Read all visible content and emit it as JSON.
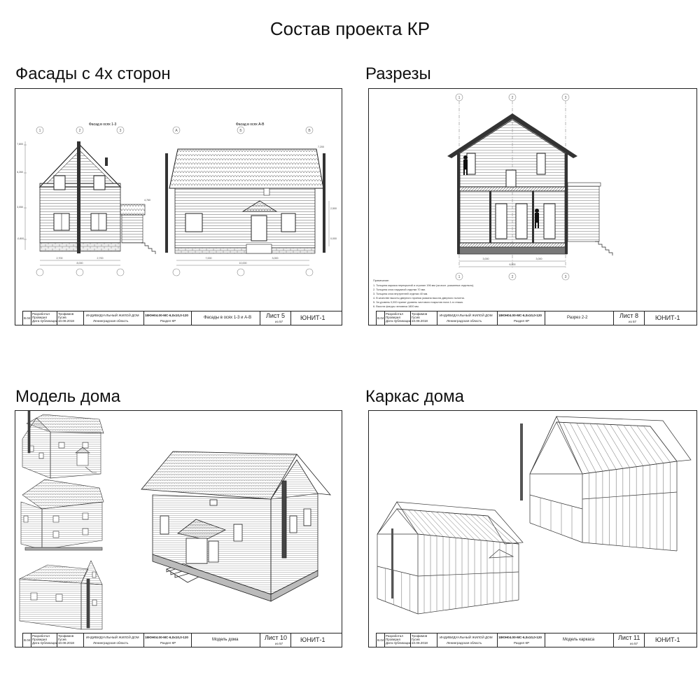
{
  "page": {
    "title": "Состав проекта КР"
  },
  "sections": [
    {
      "heading": "Фасады с 4х сторон",
      "sheet": {
        "subtitles": [
          "Фасад в осях 1-3",
          "Фасад в осях А-В"
        ],
        "axis_top": [
          "1",
          "2",
          "3",
          "А",
          "Б",
          "В"
        ],
        "dims_left": [
          "7,800",
          "6,260",
          "3,050",
          "-0,800",
          "7,200",
          "4,760"
        ],
        "dims_bottom_left": [
          "2,700",
          "2,700",
          "8,000"
        ],
        "dims_bottom_right": [
          "7,000",
          "3,000",
          "10,000"
        ],
        "elev_right": [
          "2,500",
          "0,000"
        ],
        "stamp": {
          "col0": "В.04",
          "roles": [
            "Разработал",
            "Проверил",
            "Дата публикации"
          ],
          "names": [
            "Трофимов",
            "Гусев",
            "10.08.2018"
          ],
          "project": "ИНДИВИДУАЛЬНЫЙ ЖИЛОЙ ДОМ",
          "region": "Ленинградская область",
          "code": "18ЮН04.00-МС-6,0х10,0-120",
          "section": "Раздел КР",
          "sheet_name": "Фасады в осях 1-3 и А-В",
          "sheet_no": "Лист 5",
          "sheet_of": "из 57",
          "org": "ЮНИТ-1"
        }
      }
    },
    {
      "heading": "Разрезы",
      "sheet": {
        "axis_top": [
          "1",
          "2",
          "3"
        ],
        "dims_bottom": [
          "3,000",
          "3,000",
          "6,000"
        ],
        "notes": [
          "Примечание:",
          "1. Толщина каркаса перекрытий и стропил 196 мм (за искл. указанных отдельно).",
          "2. Толщина слоя наружной отделки 70 мм.",
          "3. Толщина слоя внутренней отделки 40 мм.",
          "4. В качестве высоты дверного проема указана высота дверного полотна.",
          "5. За уровень 0,000 принят уровень чистового покрытия пола 1-го этажа.",
          "6. Высота фигуры человека 1800 мм."
        ],
        "stamp": {
          "col0": "В.04",
          "roles": [
            "Разработал",
            "Проверил",
            "Дата публикации"
          ],
          "names": [
            "Трофимов",
            "Гусев",
            "10.08.2018"
          ],
          "project": "ИНДИВИДУАЛЬНЫЙ ЖИЛОЙ ДОМ",
          "region": "Ленинградская область",
          "code": "18ЮН04.00-МС-6,0х10,0-120",
          "section": "Раздел КР",
          "sheet_name": "Разрез 2-2",
          "sheet_no": "Лист 8",
          "sheet_of": "из 57",
          "org": "ЮНИТ-1"
        }
      }
    },
    {
      "heading": "Модель дома",
      "sheet": {
        "stamp": {
          "col0": "В.04",
          "roles": [
            "Разработал",
            "Проверил",
            "Дата публикации"
          ],
          "names": [
            "Трофимов",
            "Гусев",
            "10.08.2018"
          ],
          "project": "ИНДИВИДУАЛЬНЫЙ ЖИЛОЙ ДОМ",
          "region": "Ленинградская область",
          "code": "18ЮН04.00-МС-6,0х10,0-120",
          "section": "Раздел КР",
          "sheet_name": "Модель дома",
          "sheet_no": "Лист 10",
          "sheet_of": "из 57",
          "org": "ЮНИТ-1"
        }
      }
    },
    {
      "heading": "Каркас дома",
      "sheet": {
        "stamp": {
          "col0": "В.04",
          "roles": [
            "Разработал",
            "Проверил",
            "Дата публикации"
          ],
          "names": [
            "Трофимов",
            "Гусев",
            "10.08.2018"
          ],
          "project": "ИНДИВИДУАЛЬНЫЙ ЖИЛОЙ ДОМ",
          "region": "Ленинградская область",
          "code": "18ЮН04.00-МС-6,0х10,0-120",
          "section": "Раздел КР",
          "sheet_name": "Модель каркаса",
          "sheet_no": "Лист 11",
          "sheet_of": "из 57",
          "org": "ЮНИТ-1"
        }
      }
    }
  ]
}
